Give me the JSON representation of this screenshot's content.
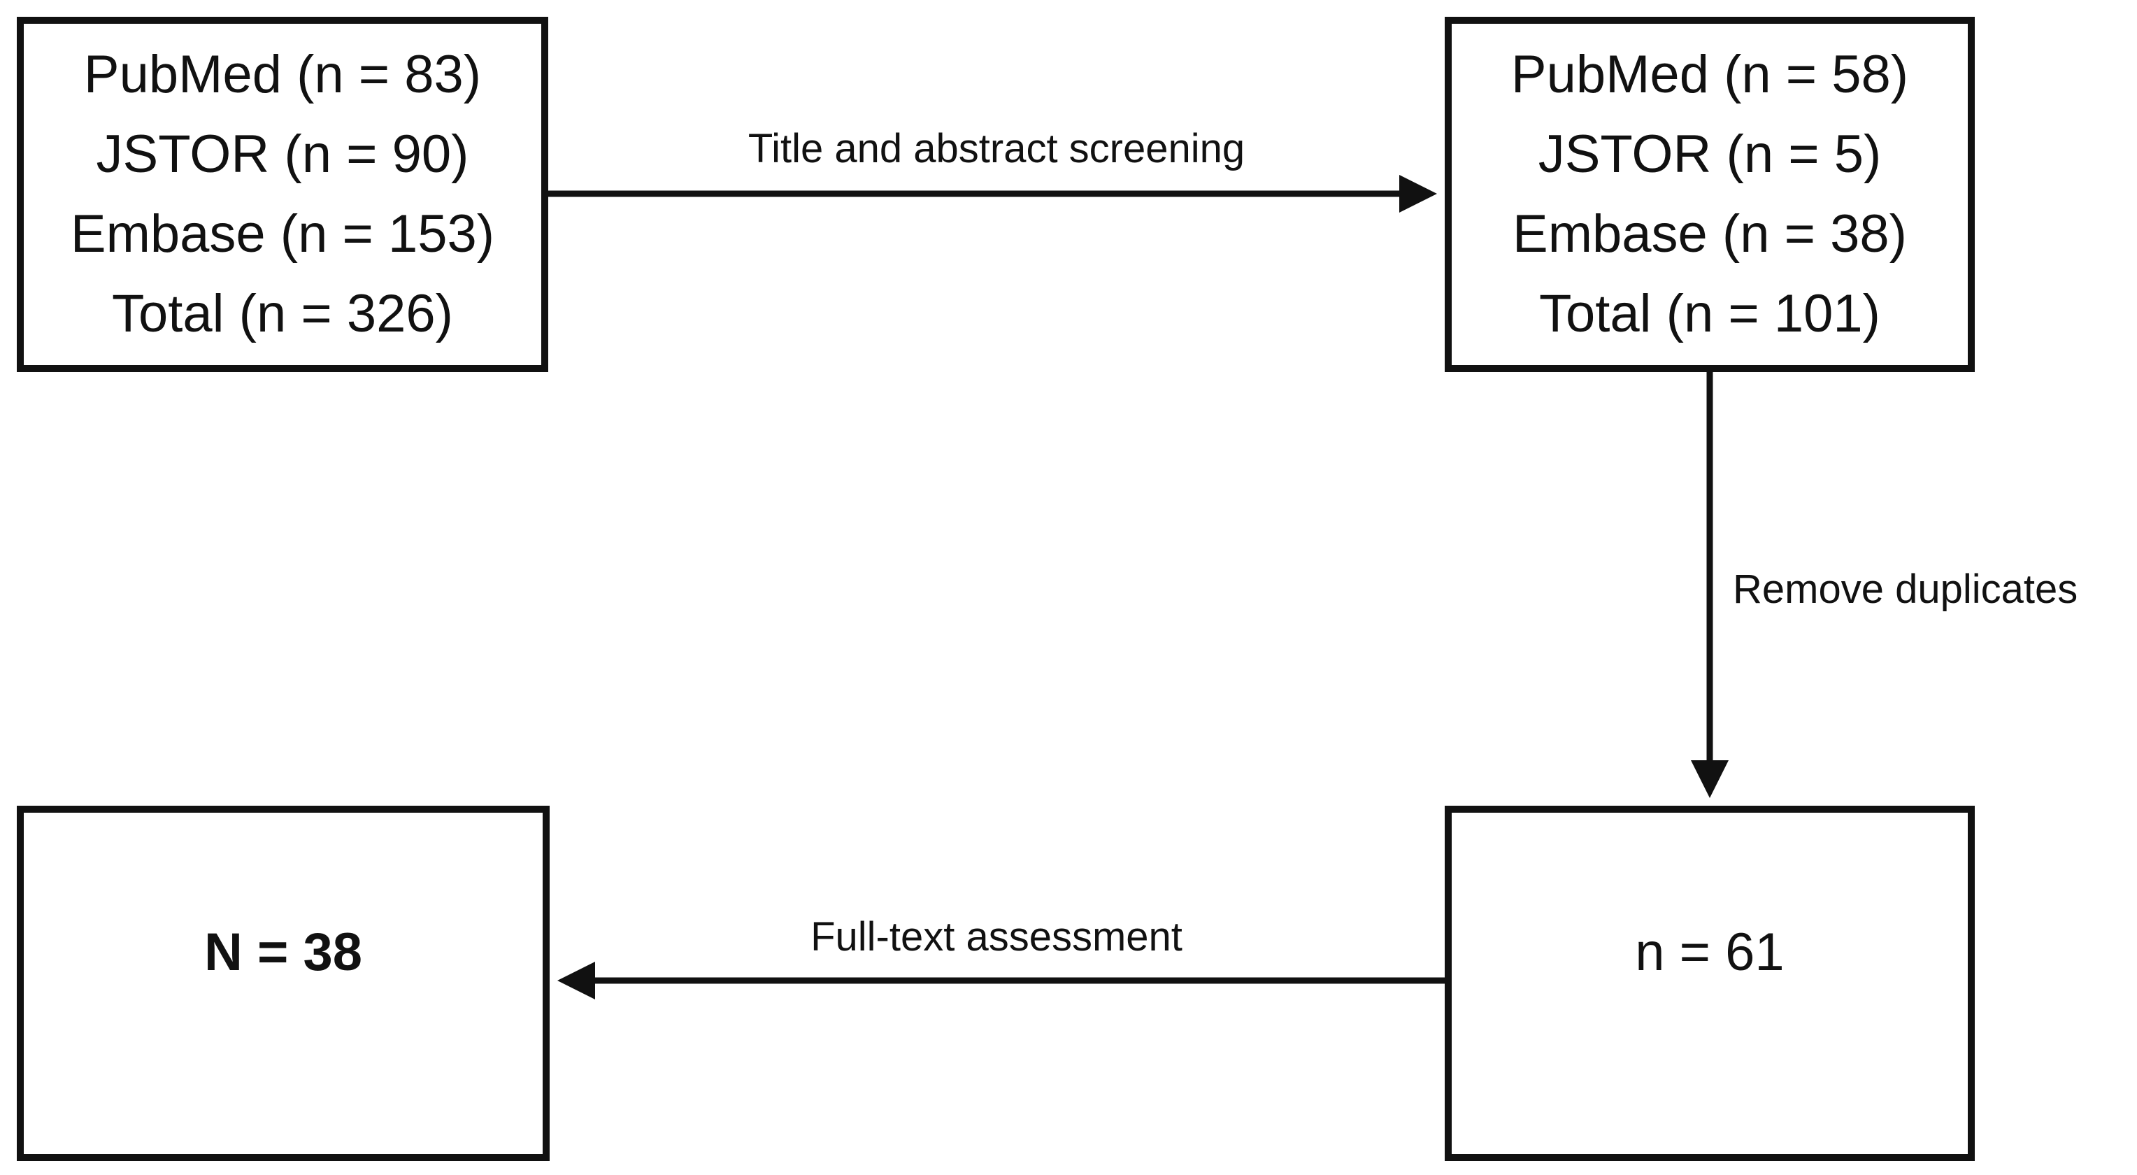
{
  "boxes": {
    "sources": {
      "lines": [
        "PubMed (n = 83)",
        "JSTOR (n = 90)",
        "Embase (n = 153)",
        "Total (n = 326)"
      ]
    },
    "screened": {
      "lines": [
        "PubMed (n = 58)",
        "JSTOR (n = 5)",
        "Embase (n = 38)",
        "Total (n = 101)"
      ]
    },
    "deduped": {
      "text": "n = 61"
    },
    "final": {
      "text": "N = 38"
    }
  },
  "edges": {
    "screening": "Title and abstract screening",
    "duplicates": "Remove duplicates",
    "fulltext": "Full-text assessment"
  },
  "colors": {
    "stroke": "#111111",
    "background": "#ffffff"
  }
}
